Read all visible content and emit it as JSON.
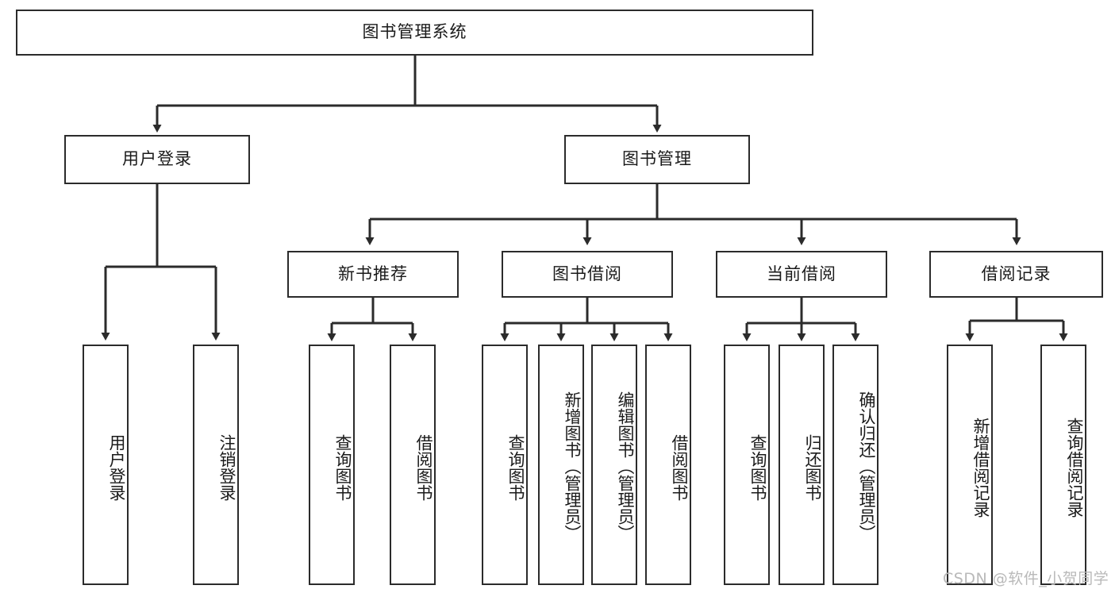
{
  "diagram": {
    "title": "图书管理系统",
    "type": "hierarchy-tree",
    "orientation": "top-down",
    "colors": {
      "stroke": "#2b2b2b",
      "fill": "#ffffff",
      "text": "#1a1a1a",
      "watermark": "#b9b9b9"
    },
    "root": {
      "label": "图书管理系统"
    },
    "level2": [
      {
        "label": "用户登录"
      },
      {
        "label": "图书管理"
      }
    ],
    "level3": [
      {
        "label": "新书推荐"
      },
      {
        "label": "图书借阅"
      },
      {
        "label": "当前借阅"
      },
      {
        "label": "借阅记录"
      }
    ],
    "leaves": {
      "user_login": [
        {
          "label": "用户登录"
        },
        {
          "label": "注销登录"
        }
      ],
      "new_book": [
        {
          "label": "查询图书"
        },
        {
          "label": "借阅图书"
        }
      ],
      "book_borrow": [
        {
          "label": "查询图书"
        },
        {
          "label": "新增图书（管理员）"
        },
        {
          "label": "编辑图书（管理员）"
        },
        {
          "label": "借阅图书"
        }
      ],
      "current_borrow": [
        {
          "label": "查询图书"
        },
        {
          "label": "归还图书"
        },
        {
          "label": "确认归还（管理员）"
        }
      ],
      "borrow_record": [
        {
          "label": "新增借阅记录"
        },
        {
          "label": "查询借阅记录"
        }
      ]
    },
    "watermark": "CSDN @软件_小贺同学"
  }
}
